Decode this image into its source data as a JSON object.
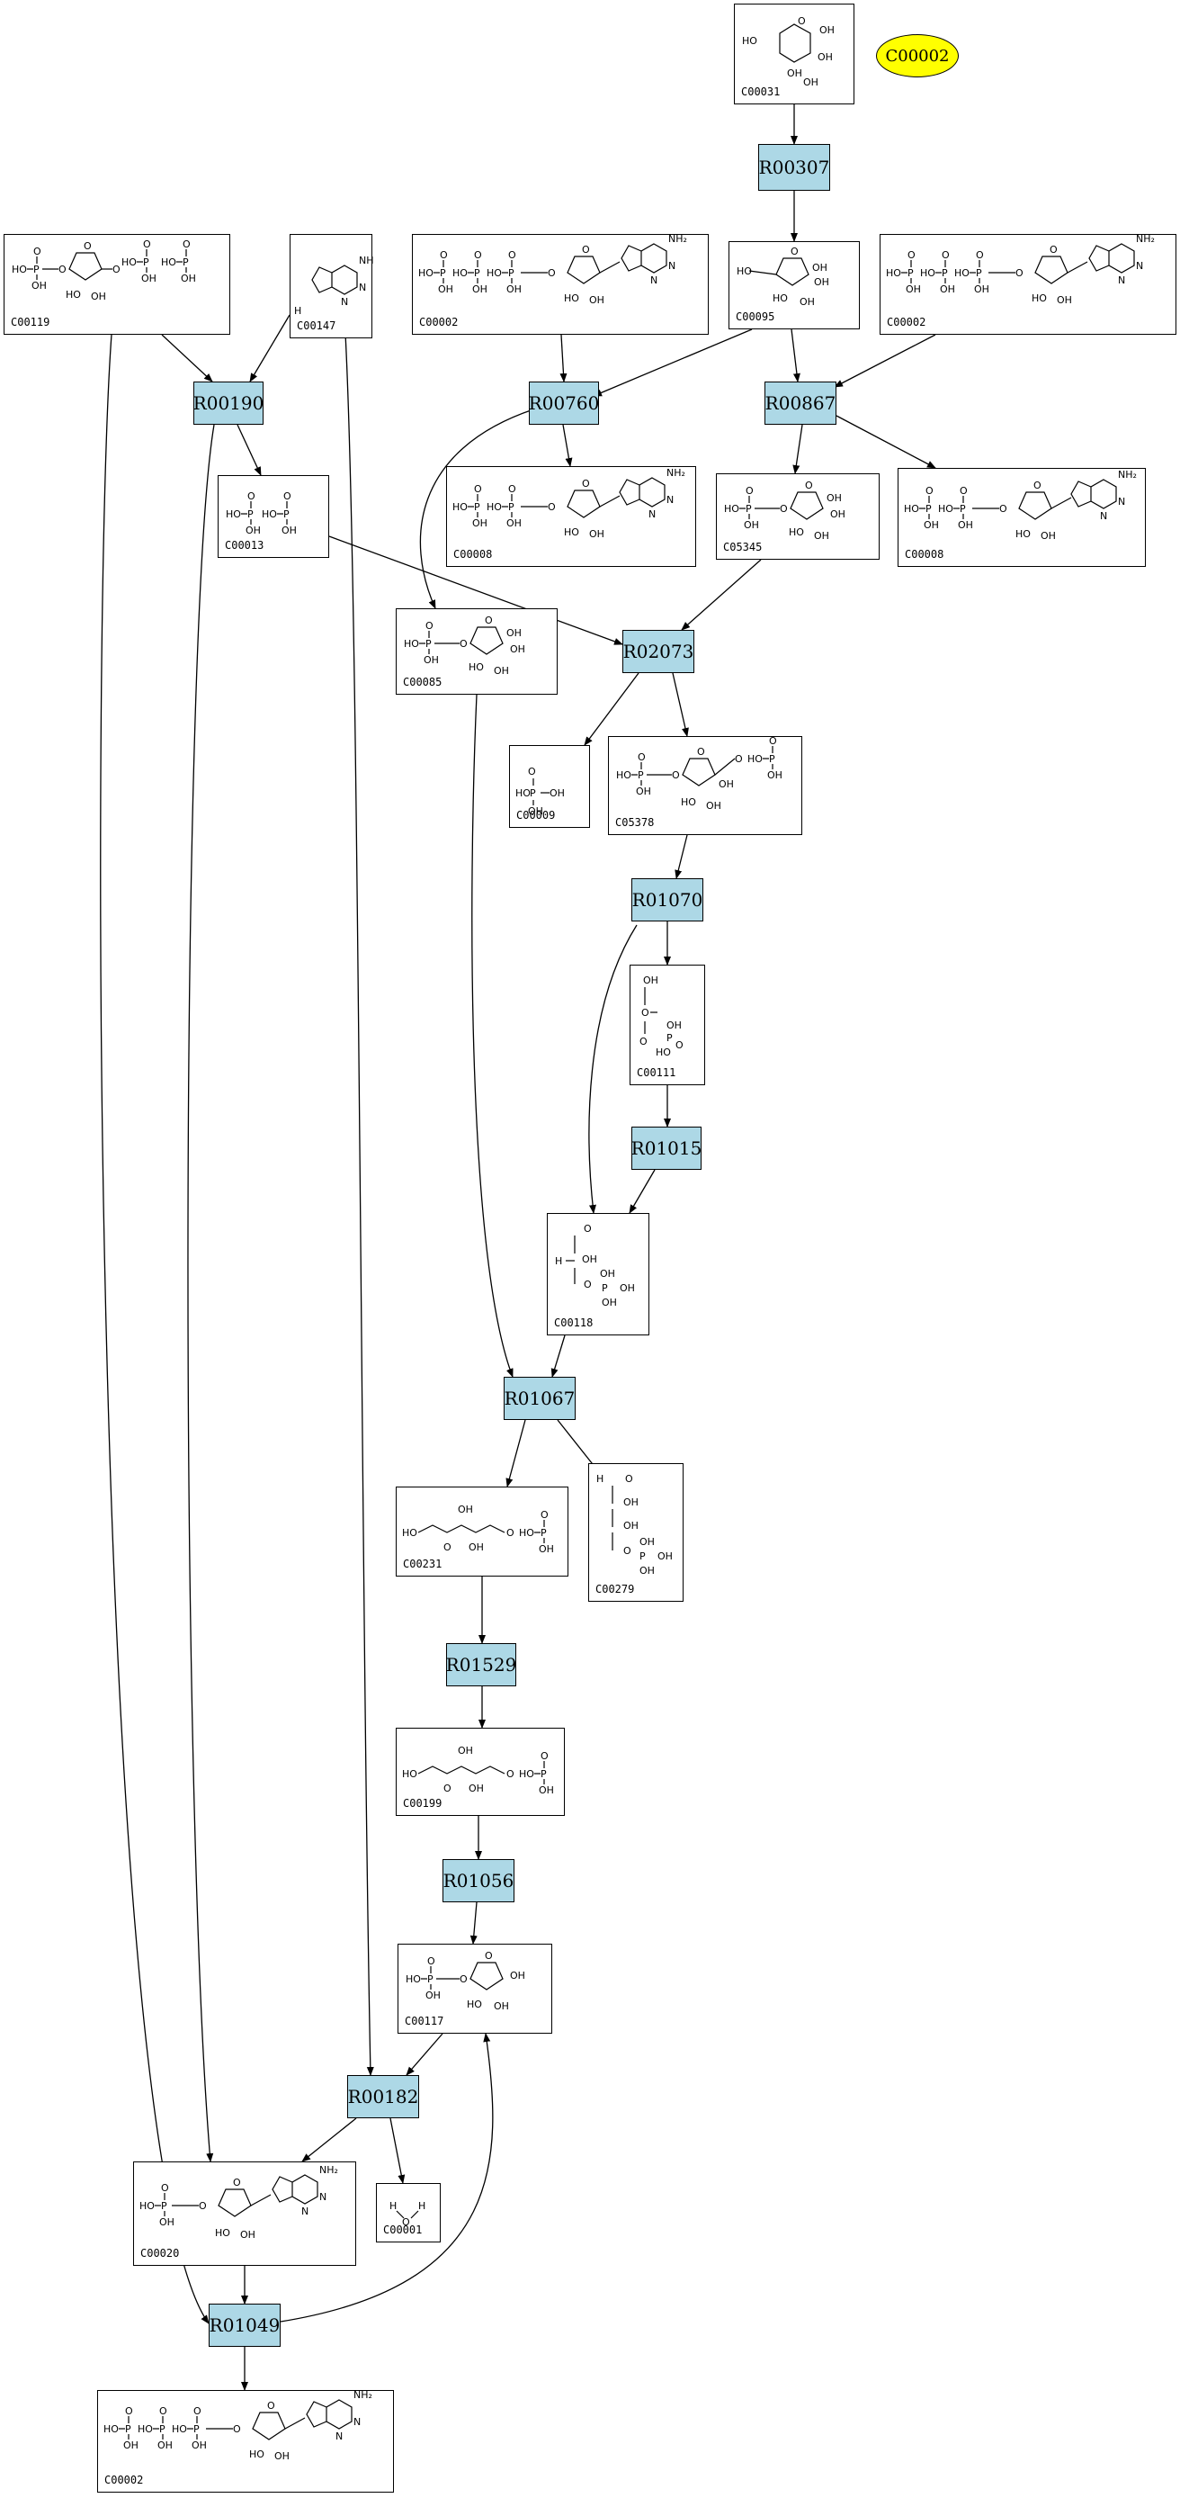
{
  "compounds": [
    {
      "key": "c00031",
      "label": "C00031",
      "type": "pyranose"
    },
    {
      "key": "c00119",
      "label": "C00119",
      "type": "ribose-ppp"
    },
    {
      "key": "c00147",
      "label": "C00147",
      "type": "adenine"
    },
    {
      "key": "c00002a",
      "label": "C00002",
      "type": "atp"
    },
    {
      "key": "c00095",
      "label": "C00095",
      "type": "furanose"
    },
    {
      "key": "c00002b",
      "label": "C00002",
      "type": "atp"
    },
    {
      "key": "c00013",
      "label": "C00013",
      "type": "ppi"
    },
    {
      "key": "c00008",
      "label": "C00008",
      "type": "adp"
    },
    {
      "key": "c05345",
      "label": "C05345",
      "type": "furanose-p"
    },
    {
      "key": "c00008b",
      "label": "C00008",
      "type": "adp"
    },
    {
      "key": "c00085",
      "label": "C00085",
      "type": "furanose-p"
    },
    {
      "key": "c00009",
      "label": "C00009",
      "type": "pi"
    },
    {
      "key": "c05378",
      "label": "C05378",
      "type": "furanose-pp"
    },
    {
      "key": "c00111",
      "label": "C00111",
      "type": "dhap"
    },
    {
      "key": "c00118",
      "label": "C00118",
      "type": "g3p"
    },
    {
      "key": "c00231",
      "label": "C00231",
      "type": "pentulose-p"
    },
    {
      "key": "c00279",
      "label": "C00279",
      "type": "erythrose-p"
    },
    {
      "key": "c00199",
      "label": "C00199",
      "type": "pentulose-p"
    },
    {
      "key": "c00117",
      "label": "C00117",
      "type": "ribose-p"
    },
    {
      "key": "c00020",
      "label": "C00020",
      "type": "amp"
    },
    {
      "key": "c00001",
      "label": "C00001",
      "type": "water"
    },
    {
      "key": "c00002c",
      "label": "C00002",
      "type": "atp"
    }
  ],
  "reactions": [
    {
      "key": "r00307",
      "label": "R00307"
    },
    {
      "key": "r00190",
      "label": "R00190"
    },
    {
      "key": "r00760",
      "label": "R00760"
    },
    {
      "key": "r00867",
      "label": "R00867"
    },
    {
      "key": "r02073",
      "label": "R02073"
    },
    {
      "key": "r01070",
      "label": "R01070"
    },
    {
      "key": "r01015",
      "label": "R01015"
    },
    {
      "key": "r01067",
      "label": "R01067"
    },
    {
      "key": "r01529",
      "label": "R01529"
    },
    {
      "key": "r01056",
      "label": "R01056"
    },
    {
      "key": "r00182",
      "label": "R00182"
    },
    {
      "key": "r01049",
      "label": "R01049"
    }
  ],
  "highlight": {
    "label": "C00002",
    "color": "#ffff00"
  },
  "colors": {
    "reaction_fill": "#add8e6",
    "edge": "#000000"
  }
}
